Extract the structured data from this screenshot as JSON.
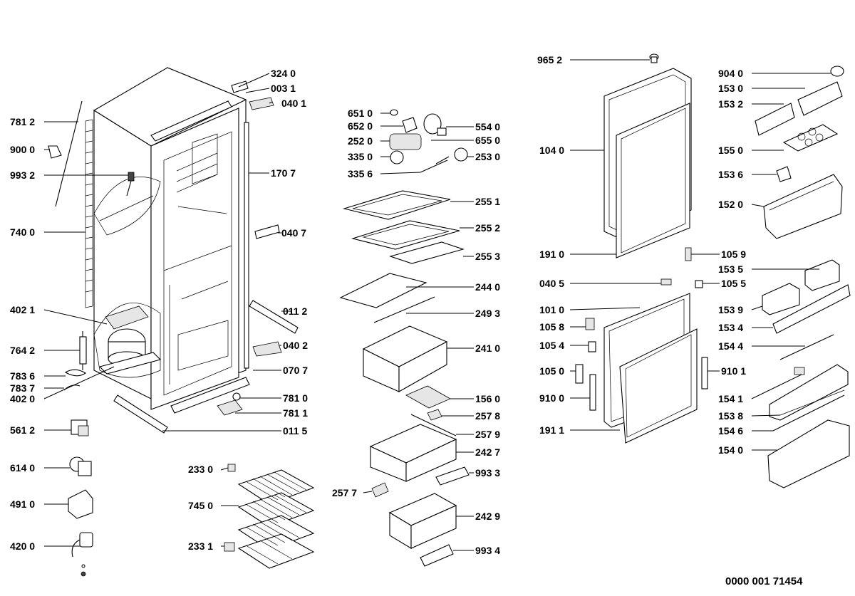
{
  "document_number": "0000 001 71454",
  "callouts": [
    {
      "id": "c9652",
      "label": "965 2"
    },
    {
      "id": "c3240",
      "label": "324 0"
    },
    {
      "id": "c0031",
      "label": "003 1"
    },
    {
      "id": "c0401",
      "label": "040 1"
    },
    {
      "id": "c7812",
      "label": "781 2"
    },
    {
      "id": "c9000",
      "label": "900 0"
    },
    {
      "id": "c9932",
      "label": "993 2"
    },
    {
      "id": "c7400",
      "label": "740 0"
    },
    {
      "id": "c1707",
      "label": "170 7"
    },
    {
      "id": "c0407",
      "label": "040 7"
    },
    {
      "id": "c4021",
      "label": "402 1"
    },
    {
      "id": "c0112",
      "label": "011 2"
    },
    {
      "id": "c7642",
      "label": "764 2"
    },
    {
      "id": "c0402",
      "label": "040 2"
    },
    {
      "id": "c7836",
      "label": "783 6"
    },
    {
      "id": "c0707",
      "label": "070 7"
    },
    {
      "id": "c7837",
      "label": "783 7"
    },
    {
      "id": "c4020",
      "label": "402 0"
    },
    {
      "id": "c7810",
      "label": "781 0"
    },
    {
      "id": "c7811",
      "label": "781 1"
    },
    {
      "id": "c5612",
      "label": "561 2"
    },
    {
      "id": "c0115",
      "label": "011 5"
    },
    {
      "id": "c6140",
      "label": "614 0"
    },
    {
      "id": "c4910",
      "label": "491 0"
    },
    {
      "id": "c4200",
      "label": "420 0"
    },
    {
      "id": "c2330",
      "label": "233 0"
    },
    {
      "id": "c7450",
      "label": "745 0"
    },
    {
      "id": "c2331",
      "label": "233 1"
    },
    {
      "id": "c6510",
      "label": "651 0"
    },
    {
      "id": "c6520",
      "label": "652 0"
    },
    {
      "id": "c2520",
      "label": "252 0"
    },
    {
      "id": "c3350",
      "label": "335 0"
    },
    {
      "id": "c3356",
      "label": "335 6"
    },
    {
      "id": "c5540",
      "label": "554 0"
    },
    {
      "id": "c6550",
      "label": "655 0"
    },
    {
      "id": "c2530",
      "label": "253 0"
    },
    {
      "id": "c2551",
      "label": "255 1"
    },
    {
      "id": "c2552",
      "label": "255 2"
    },
    {
      "id": "c2553",
      "label": "255 3"
    },
    {
      "id": "c2440",
      "label": "244 0"
    },
    {
      "id": "c2493",
      "label": "249 3"
    },
    {
      "id": "c2410",
      "label": "241 0"
    },
    {
      "id": "c1560",
      "label": "156 0"
    },
    {
      "id": "c2578",
      "label": "257 8"
    },
    {
      "id": "c2579",
      "label": "257 9"
    },
    {
      "id": "c2427",
      "label": "242 7"
    },
    {
      "id": "c9933",
      "label": "993 3"
    },
    {
      "id": "c2577",
      "label": "257 7"
    },
    {
      "id": "c2429",
      "label": "242 9"
    },
    {
      "id": "c9934",
      "label": "993 4"
    },
    {
      "id": "c1040",
      "label": "104 0"
    },
    {
      "id": "c1910",
      "label": "191 0"
    },
    {
      "id": "c0405",
      "label": "040 5"
    },
    {
      "id": "c1010",
      "label": "101 0"
    },
    {
      "id": "c1058",
      "label": "105 8"
    },
    {
      "id": "c1054",
      "label": "105 4"
    },
    {
      "id": "c1050",
      "label": "105 0"
    },
    {
      "id": "c9100",
      "label": "910 0"
    },
    {
      "id": "c1911",
      "label": "191 1"
    },
    {
      "id": "c1059",
      "label": "105 9"
    },
    {
      "id": "c1055",
      "label": "105 5"
    },
    {
      "id": "c9101",
      "label": "910 1"
    },
    {
      "id": "c9040",
      "label": "904 0"
    },
    {
      "id": "c1530",
      "label": "153 0"
    },
    {
      "id": "c1532",
      "label": "153 2"
    },
    {
      "id": "c1550",
      "label": "155 0"
    },
    {
      "id": "c1536",
      "label": "153 6"
    },
    {
      "id": "c1520",
      "label": "152 0"
    },
    {
      "id": "c1535",
      "label": "153 5"
    },
    {
      "id": "c1539",
      "label": "153 9"
    },
    {
      "id": "c1534",
      "label": "153 4"
    },
    {
      "id": "c1544",
      "label": "154 4"
    },
    {
      "id": "c1541",
      "label": "154 1"
    },
    {
      "id": "c1538",
      "label": "153 8"
    },
    {
      "id": "c1546",
      "label": "154 6"
    },
    {
      "id": "c1540",
      "label": "154 0"
    }
  ]
}
